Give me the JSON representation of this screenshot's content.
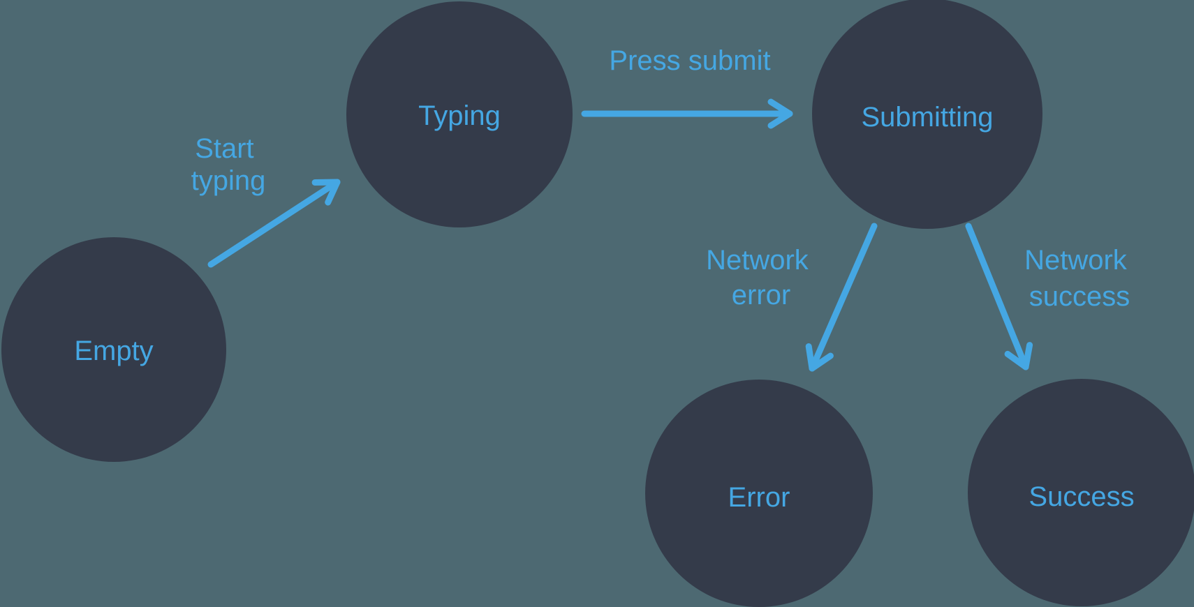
{
  "diagram": {
    "type": "state-machine",
    "colors": {
      "background": "#4D6972",
      "node_fill": "#343B4A",
      "accent": "#45A7E3"
    },
    "nodes": [
      {
        "id": "empty",
        "label": "Empty"
      },
      {
        "id": "typing",
        "label": "Typing"
      },
      {
        "id": "submitting",
        "label": "Submitting"
      },
      {
        "id": "error",
        "label": "Error"
      },
      {
        "id": "success",
        "label": "Success"
      }
    ],
    "edges": [
      {
        "from": "empty",
        "to": "typing",
        "label": "Start typing",
        "label_lines": [
          "Start",
          "typing"
        ]
      },
      {
        "from": "typing",
        "to": "submitting",
        "label": "Press submit",
        "label_lines": [
          "Press submit"
        ]
      },
      {
        "from": "submitting",
        "to": "error",
        "label": "Network error",
        "label_lines": [
          "Network",
          "error"
        ]
      },
      {
        "from": "submitting",
        "to": "success",
        "label": "Network success",
        "label_lines": [
          "Network",
          "success"
        ]
      }
    ]
  }
}
